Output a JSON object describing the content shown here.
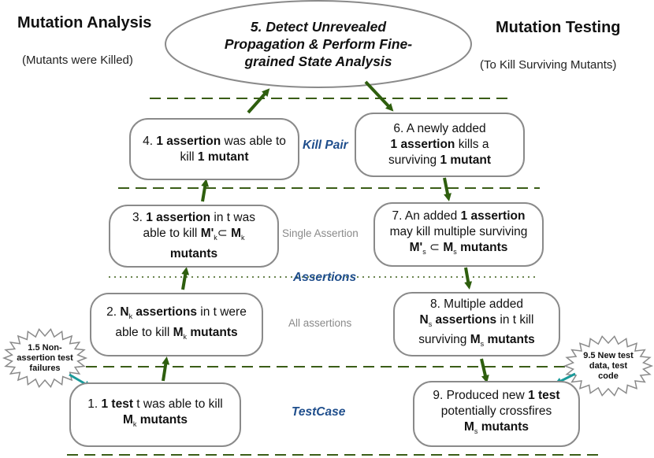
{
  "headers": {
    "left_title": "Mutation Analysis",
    "left_subtitle": "(Mutants were Killed)",
    "right_title": "Mutation Testing",
    "right_subtitle": "(To Kill Surviving Mutants)"
  },
  "top_ellipse": {
    "line1": "5. Detect Unrevealed",
    "line2": "Propagation & Perform Fine-",
    "line3": "grained State Analysis"
  },
  "levels": {
    "kill_pair": "Kill Pair",
    "single_assertion": "Single Assertion",
    "assertions": "Assertions",
    "all_assertions": "All assertions",
    "testcase": "TestCase"
  },
  "boxes": {
    "b4": {
      "l1a": "4. ",
      "l1b": "1 assertion",
      "l1c": " was able to",
      "l2a": "kill ",
      "l2b": "1 mutant"
    },
    "b3": {
      "l1a": "3. ",
      "l1b": "1 assertion",
      "l1c": " in t was",
      "l2a": "able to kill ",
      "l2b": "M'",
      "l2c": "k",
      "l2d": "⊂",
      "l2e": "M",
      "l2f": "k",
      "l3": "mutants"
    },
    "b2": {
      "l1a": "2. ",
      "l1b": "N",
      "l1c": "k",
      "l1d": " assertions",
      "l1e": " in t were",
      "l2a": "able to kill ",
      "l2b": "M",
      "l2c": "k",
      "l2d": " mutants"
    },
    "b1": {
      "l1a": "1. ",
      "l1b": "1 test",
      "l1c": " t was able to kill",
      "l2a": "M",
      "l2b": "k",
      "l2c": " mutants"
    },
    "b6": {
      "l1": "6. A newly added",
      "l2a": "1 assertion",
      "l2b": " kills a",
      "l3a": "surviving ",
      "l3b": "1 mutant"
    },
    "b7": {
      "l1a": "7. An added ",
      "l1b": "1 assertion",
      "l2": "may kill multiple surviving",
      "l3a": "M'",
      "l3b": "s",
      "l3c": " ⊂ ",
      "l3d": "M",
      "l3e": "s",
      "l3f": " mutants"
    },
    "b8": {
      "l1": "8. Multiple added",
      "l2a": "N",
      "l2b": "s",
      "l2c": " assertions",
      "l2d": " in t kill",
      "l3a": "surviving ",
      "l3b": "M",
      "l3c": "s",
      "l3d": " mutants"
    },
    "b9": {
      "l1a": "9. Produced new ",
      "l1b": "1 test",
      "l2": "potentially crossfires",
      "l3a": "M",
      "l3b": "s",
      "l3c": " mutants"
    }
  },
  "stars": {
    "left": {
      "l1": "1.5 Non-",
      "l2": "assertion test",
      "l3": "failures"
    },
    "right": {
      "l1": "9.5 New test",
      "l2": "data, test",
      "l3": "code"
    }
  },
  "colors": {
    "arrow_green": "#2e5e0e",
    "dash_green": "#3a5d16",
    "teal": "#1a9a9a",
    "box_border": "#8a8a8a",
    "level_blue": "#1f4e8c"
  }
}
